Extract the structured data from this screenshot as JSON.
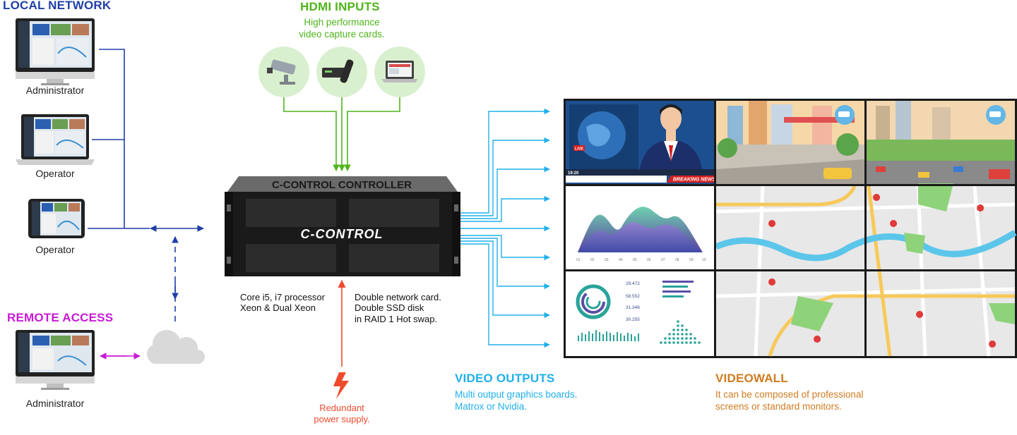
{
  "sections": {
    "local_network": {
      "title": "LOCAL NETWORK",
      "color": "#1f3fa8"
    },
    "hdmi_inputs": {
      "title": "HDMI INPUTS",
      "subtitle_line1": "High performance",
      "subtitle_line2": "video capture cards.",
      "color": "#4fb51b"
    },
    "remote_access": {
      "title": "REMOTE ACCESS",
      "color": "#c81ad6"
    },
    "video_outputs": {
      "title": "VIDEO OUTPUTS",
      "subtitle_line1": "Multi output graphics boards.",
      "subtitle_line2": "Matrox or Nvidia.",
      "color": "#1fb0ea"
    },
    "videowall": {
      "title": "VIDEOWALL",
      "subtitle_line1": "It can be composed of professional",
      "subtitle_line2": "screens or standard monitors.",
      "color": "#cf7c21"
    }
  },
  "devices": {
    "admin_local": "Administrator",
    "operator_laptop": "Operator",
    "operator_tablet": "Operator",
    "admin_remote": "Administrator"
  },
  "controller": {
    "label": "C-CONTROL CONTROLLER",
    "logo": "C-CONTROL",
    "specs_left_line1": "Core i5, i7 processor",
    "specs_left_line2": "Xeon & Dual Xeon",
    "specs_right_line1": "Double network card.",
    "specs_right_line2": "Double SSD disk",
    "specs_right_line3": "in RAID 1 Hot swap."
  },
  "power": {
    "label_line1": "Redundant",
    "label_line2": "power supply.",
    "color": "#f04a2d"
  },
  "videowall_content": {
    "news_time": "19:20",
    "news_live": "LIVE",
    "news_breaking": "BREAKING NEWS",
    "chart_ticks": [
      "01",
      "02",
      "03",
      "04",
      "05",
      "06",
      "07",
      "08",
      "09",
      "10"
    ],
    "stats": [
      "29.472",
      "58.552",
      "31.346",
      "30.255"
    ]
  },
  "colors": {
    "network_line": "#1f3fa8",
    "hdmi_line": "#4fb51b",
    "output_line": "#1fb0ea",
    "remote_line": "#c81ad6",
    "input_circle": "#d9f0cf"
  }
}
